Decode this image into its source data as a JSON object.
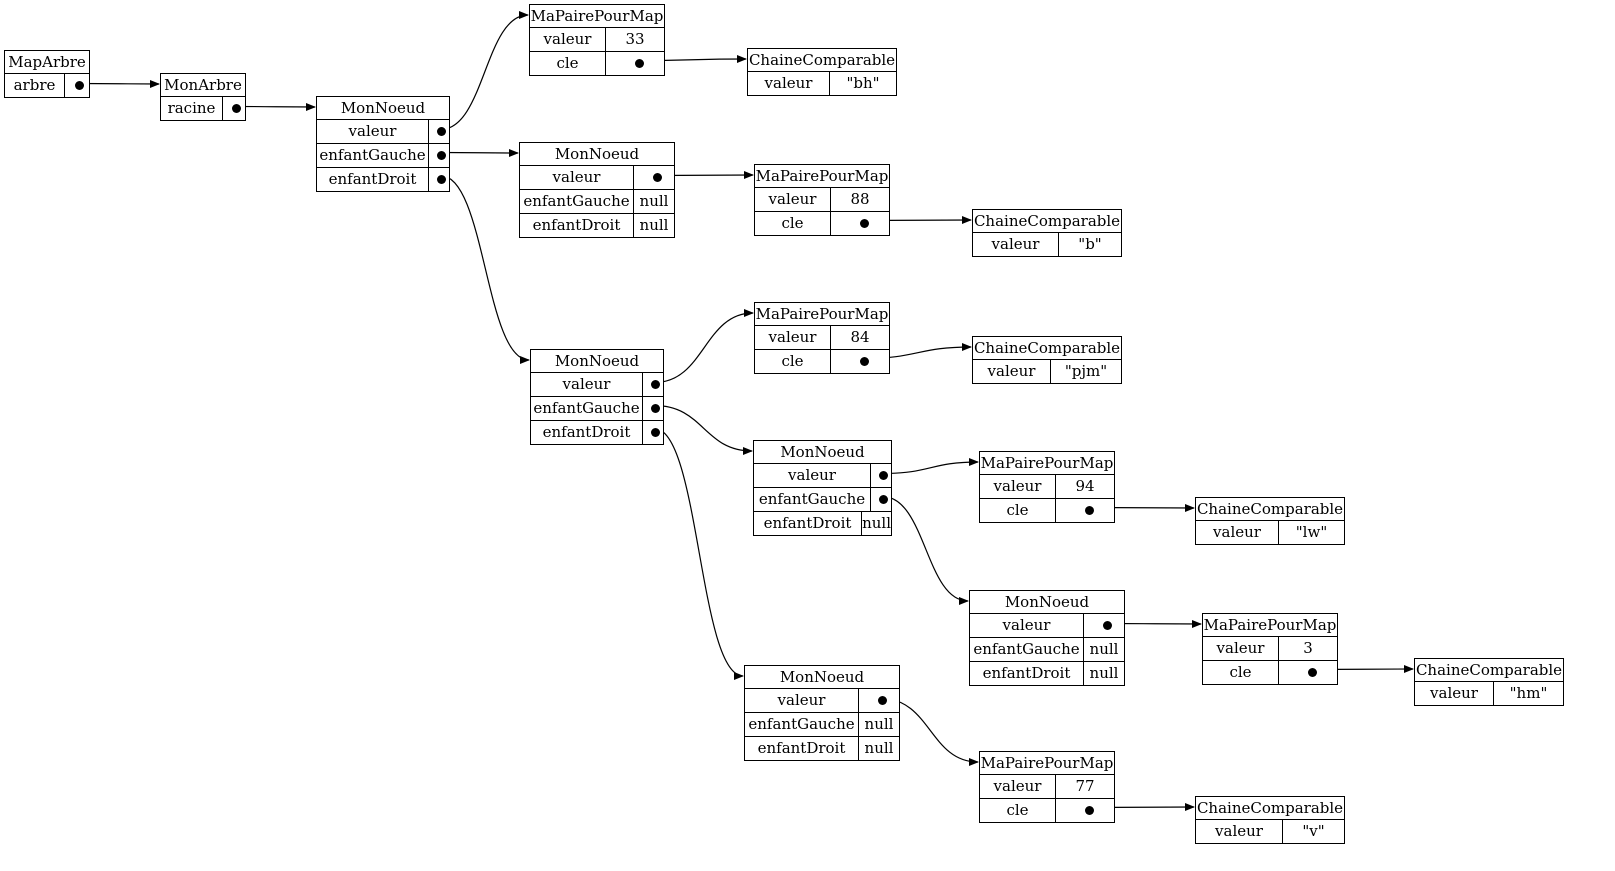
{
  "diagram": {
    "nodes": {
      "maparbre": {
        "title": "MapArbre",
        "rows": [
          {
            "key": "arbre",
            "ptr": true
          }
        ]
      },
      "monarbre": {
        "title": "MonArbre",
        "rows": [
          {
            "key": "racine",
            "ptr": true
          }
        ]
      },
      "root": {
        "title": "MonNoeud",
        "rows": [
          {
            "key": "valeur",
            "ptr": true
          },
          {
            "key": "enfantGauche",
            "ptr": true
          },
          {
            "key": "enfantDroit",
            "ptr": true
          }
        ]
      },
      "pair33": {
        "title": "MaPairePourMap",
        "rows": [
          {
            "key": "valeur",
            "value": "33"
          },
          {
            "key": "cle",
            "ptr": true
          }
        ]
      },
      "strbh": {
        "title": "ChaineComparable",
        "rows": [
          {
            "key": "valeur",
            "value": "\"bh\""
          }
        ]
      },
      "nodeB": {
        "title": "MonNoeud",
        "rows": [
          {
            "key": "valeur",
            "ptr": true
          },
          {
            "key": "enfantGauche",
            "value": "null"
          },
          {
            "key": "enfantDroit",
            "value": "null"
          }
        ]
      },
      "pair88": {
        "title": "MaPairePourMap",
        "rows": [
          {
            "key": "valeur",
            "value": "88"
          },
          {
            "key": "cle",
            "ptr": true
          }
        ]
      },
      "strb": {
        "title": "ChaineComparable",
        "rows": [
          {
            "key": "valeur",
            "value": "\"b\""
          }
        ]
      },
      "nodePjm": {
        "title": "MonNoeud",
        "rows": [
          {
            "key": "valeur",
            "ptr": true
          },
          {
            "key": "enfantGauche",
            "ptr": true
          },
          {
            "key": "enfantDroit",
            "ptr": true
          }
        ]
      },
      "pair84": {
        "title": "MaPairePourMap",
        "rows": [
          {
            "key": "valeur",
            "value": "84"
          },
          {
            "key": "cle",
            "ptr": true
          }
        ]
      },
      "strpjm": {
        "title": "ChaineComparable",
        "rows": [
          {
            "key": "valeur",
            "value": "\"pjm\""
          }
        ]
      },
      "nodeLw": {
        "title": "MonNoeud",
        "rows": [
          {
            "key": "valeur",
            "ptr": true
          },
          {
            "key": "enfantGauche",
            "ptr": true
          },
          {
            "key": "enfantDroit",
            "value": "null"
          }
        ]
      },
      "pair94": {
        "title": "MaPairePourMap",
        "rows": [
          {
            "key": "valeur",
            "value": "94"
          },
          {
            "key": "cle",
            "ptr": true
          }
        ]
      },
      "strlw": {
        "title": "ChaineComparable",
        "rows": [
          {
            "key": "valeur",
            "value": "\"lw\""
          }
        ]
      },
      "nodeHm": {
        "title": "MonNoeud",
        "rows": [
          {
            "key": "valeur",
            "ptr": true
          },
          {
            "key": "enfantGauche",
            "value": "null"
          },
          {
            "key": "enfantDroit",
            "value": "null"
          }
        ]
      },
      "pair3": {
        "title": "MaPairePourMap",
        "rows": [
          {
            "key": "valeur",
            "value": "3"
          },
          {
            "key": "cle",
            "ptr": true
          }
        ]
      },
      "strhm": {
        "title": "ChaineComparable",
        "rows": [
          {
            "key": "valeur",
            "value": "\"hm\""
          }
        ]
      },
      "nodeV": {
        "title": "MonNoeud",
        "rows": [
          {
            "key": "valeur",
            "ptr": true
          },
          {
            "key": "enfantGauche",
            "value": "null"
          },
          {
            "key": "enfantDroit",
            "value": "null"
          }
        ]
      },
      "pair77": {
        "title": "MaPairePourMap",
        "rows": [
          {
            "key": "valeur",
            "value": "77"
          },
          {
            "key": "cle",
            "ptr": true
          }
        ]
      },
      "strv": {
        "title": "ChaineComparable",
        "rows": [
          {
            "key": "valeur",
            "value": "\"v\""
          }
        ]
      }
    },
    "edges": [
      {
        "from": "maparbre",
        "field": "arbre",
        "to": "monarbre"
      },
      {
        "from": "monarbre",
        "field": "racine",
        "to": "root"
      },
      {
        "from": "root",
        "field": "valeur",
        "to": "pair33"
      },
      {
        "from": "root",
        "field": "enfantGauche",
        "to": "nodeB"
      },
      {
        "from": "root",
        "field": "enfantDroit",
        "to": "nodePjm"
      },
      {
        "from": "pair33",
        "field": "cle",
        "to": "strbh"
      },
      {
        "from": "nodeB",
        "field": "valeur",
        "to": "pair88"
      },
      {
        "from": "pair88",
        "field": "cle",
        "to": "strb"
      },
      {
        "from": "nodePjm",
        "field": "valeur",
        "to": "pair84"
      },
      {
        "from": "nodePjm",
        "field": "enfantGauche",
        "to": "nodeLw"
      },
      {
        "from": "nodePjm",
        "field": "enfantDroit",
        "to": "nodeV"
      },
      {
        "from": "pair84",
        "field": "cle",
        "to": "strpjm"
      },
      {
        "from": "nodeLw",
        "field": "valeur",
        "to": "pair94"
      },
      {
        "from": "nodeLw",
        "field": "enfantGauche",
        "to": "nodeHm"
      },
      {
        "from": "pair94",
        "field": "cle",
        "to": "strlw"
      },
      {
        "from": "nodeHm",
        "field": "valeur",
        "to": "pair3"
      },
      {
        "from": "pair3",
        "field": "cle",
        "to": "strhm"
      },
      {
        "from": "nodeV",
        "field": "valeur",
        "to": "pair77"
      },
      {
        "from": "pair77",
        "field": "cle",
        "to": "strv"
      }
    ]
  }
}
